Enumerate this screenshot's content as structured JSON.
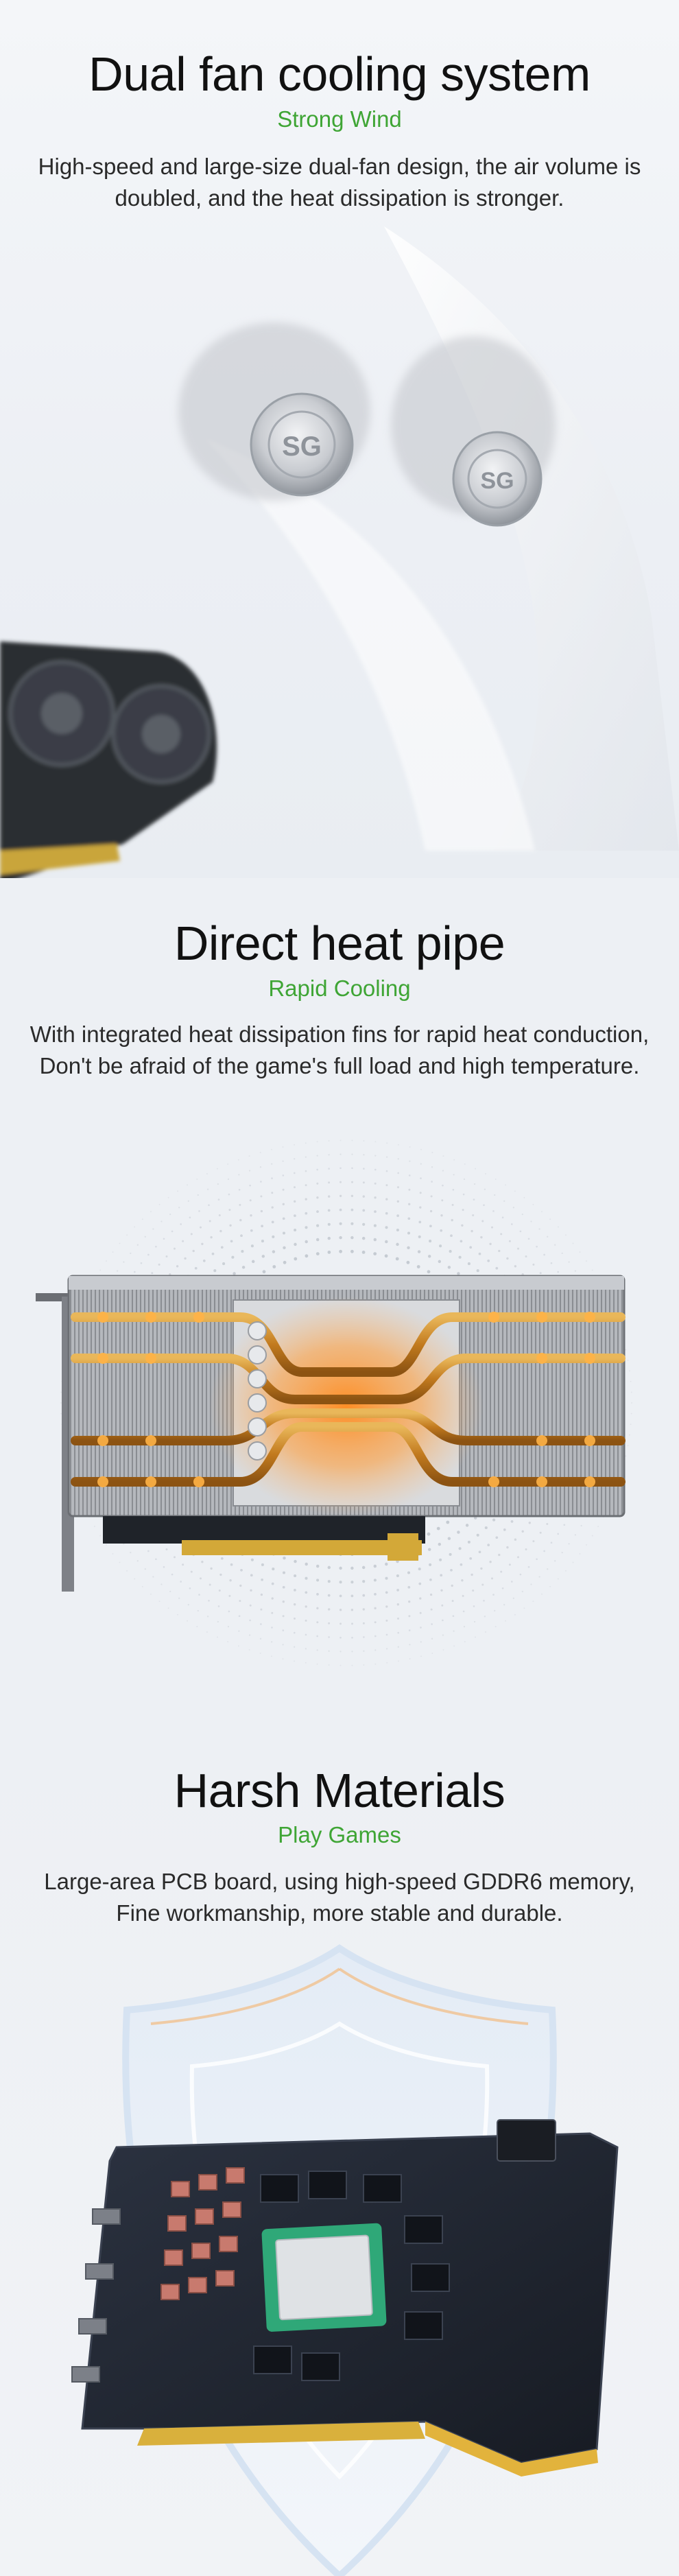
{
  "sections": [
    {
      "title": "Dual fan cooling system",
      "subtitle": "Strong Wind",
      "description": "High-speed and large-size dual-fan design, the air volume is doubled, and the heat dissipation is stronger."
    },
    {
      "title": "Direct heat pipe",
      "subtitle": "Rapid Cooling",
      "description": "With integrated heat dissipation fins for rapid heat conduction, Don't be afraid of the game's full load and high temperature."
    },
    {
      "title": "Harsh Materials",
      "subtitle": "Play Games",
      "description": "Large-area PCB board, using high-speed GDDR6 memory, Fine workmanship, more stable and durable."
    }
  ],
  "icons": [
    "fan-icon",
    "heat-pipe-illustration",
    "pcb-board-illustration",
    "shield-icon"
  ],
  "colors": {
    "accent": "#3fa535",
    "text": "#111111",
    "background": "#eef1f5",
    "heat": "#f08a1c",
    "pcb": "#1e2430"
  }
}
